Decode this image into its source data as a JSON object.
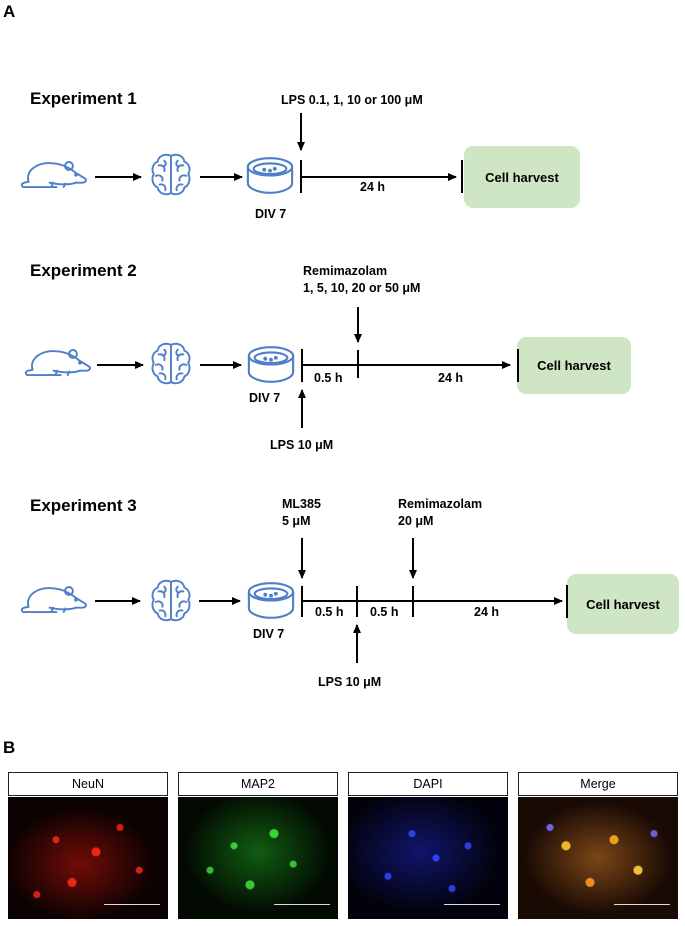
{
  "panel_a": "A",
  "panel_b": "B",
  "experiments": [
    {
      "title": "Experiment 1",
      "treatments": [
        {
          "text": "LPS 0.1, 1, 10 or 100 μM"
        }
      ],
      "stage": "DIV 7",
      "intervals": [
        "24 h"
      ],
      "endpoint": "Cell harvest"
    },
    {
      "title": "Experiment 2",
      "treatments": [
        {
          "line1": "Remimazolam",
          "line2": "1, 5, 10, 20 or 50 μM"
        },
        {
          "text": "LPS 10 μM"
        }
      ],
      "stage": "DIV 7",
      "intervals": [
        "0.5 h",
        "24 h"
      ],
      "endpoint": "Cell harvest"
    },
    {
      "title": "Experiment 3",
      "treatments": [
        {
          "line1": "ML385",
          "line2": "5 μM"
        },
        {
          "line1": "Remimazolam",
          "line2": "20 μM"
        },
        {
          "text": "LPS 10 μM"
        }
      ],
      "stage": "DIV 7",
      "intervals": [
        "0.5 h",
        "0.5 h",
        "24 h"
      ],
      "endpoint": "Cell harvest"
    }
  ],
  "stains": [
    "NeuN",
    "MAP2",
    "DAPI",
    "Merge"
  ],
  "colors": {
    "icon": "#4f7fc9",
    "harvest_box": "#cfe6c4",
    "neun": "#ff2a1a",
    "map2": "#2fd62f",
    "dapi": "#2a3cff"
  },
  "icons": [
    "mouse-icon",
    "brain-icon",
    "culture-dish-icon"
  ]
}
